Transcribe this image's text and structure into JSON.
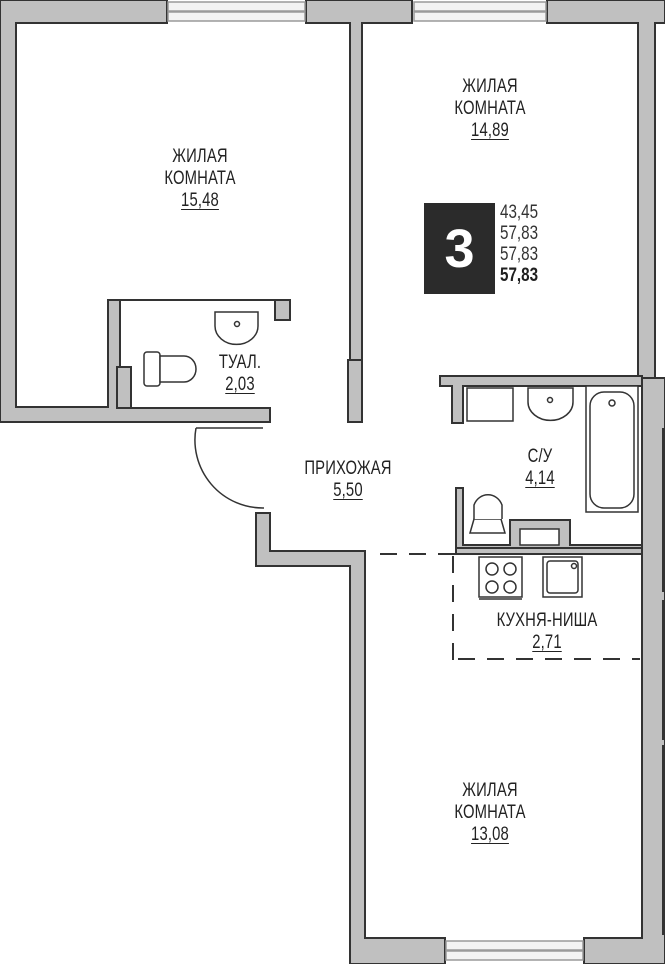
{
  "plan": {
    "room_count": "3",
    "summary_areas": {
      "living": "43,45",
      "total_1": "57,83",
      "total_2": "57,83",
      "total_bold": "57,83"
    },
    "rooms": [
      {
        "id": "living-1",
        "name_line1": "ЖИЛАЯ",
        "name_line2": "КОМНАТА",
        "area": "15,48"
      },
      {
        "id": "living-2",
        "name_line1": "ЖИЛАЯ",
        "name_line2": "КОМНАТА",
        "area": "14,89"
      },
      {
        "id": "toilet",
        "name_line1": "ТУАЛ.",
        "area": "2,03"
      },
      {
        "id": "hallway",
        "name_line1": "ПРИХОЖАЯ",
        "area": "5,50"
      },
      {
        "id": "bathroom",
        "name_line1": "С/У",
        "area": "4,14"
      },
      {
        "id": "kitchen-niche",
        "name_line1": "КУХНЯ-НИША",
        "area": "2,71"
      },
      {
        "id": "living-3",
        "name_line1": "ЖИЛАЯ",
        "name_line2": "КОМНАТА",
        "area": "13,08"
      }
    ],
    "colors": {
      "wall_fill": "#c0c0c0",
      "wall_stroke": "#333333",
      "window_fill": "#f3f3f3",
      "window_stroke": "#9a9a9a",
      "badge_bg": "#2b2b2b",
      "text": "#222222"
    }
  }
}
